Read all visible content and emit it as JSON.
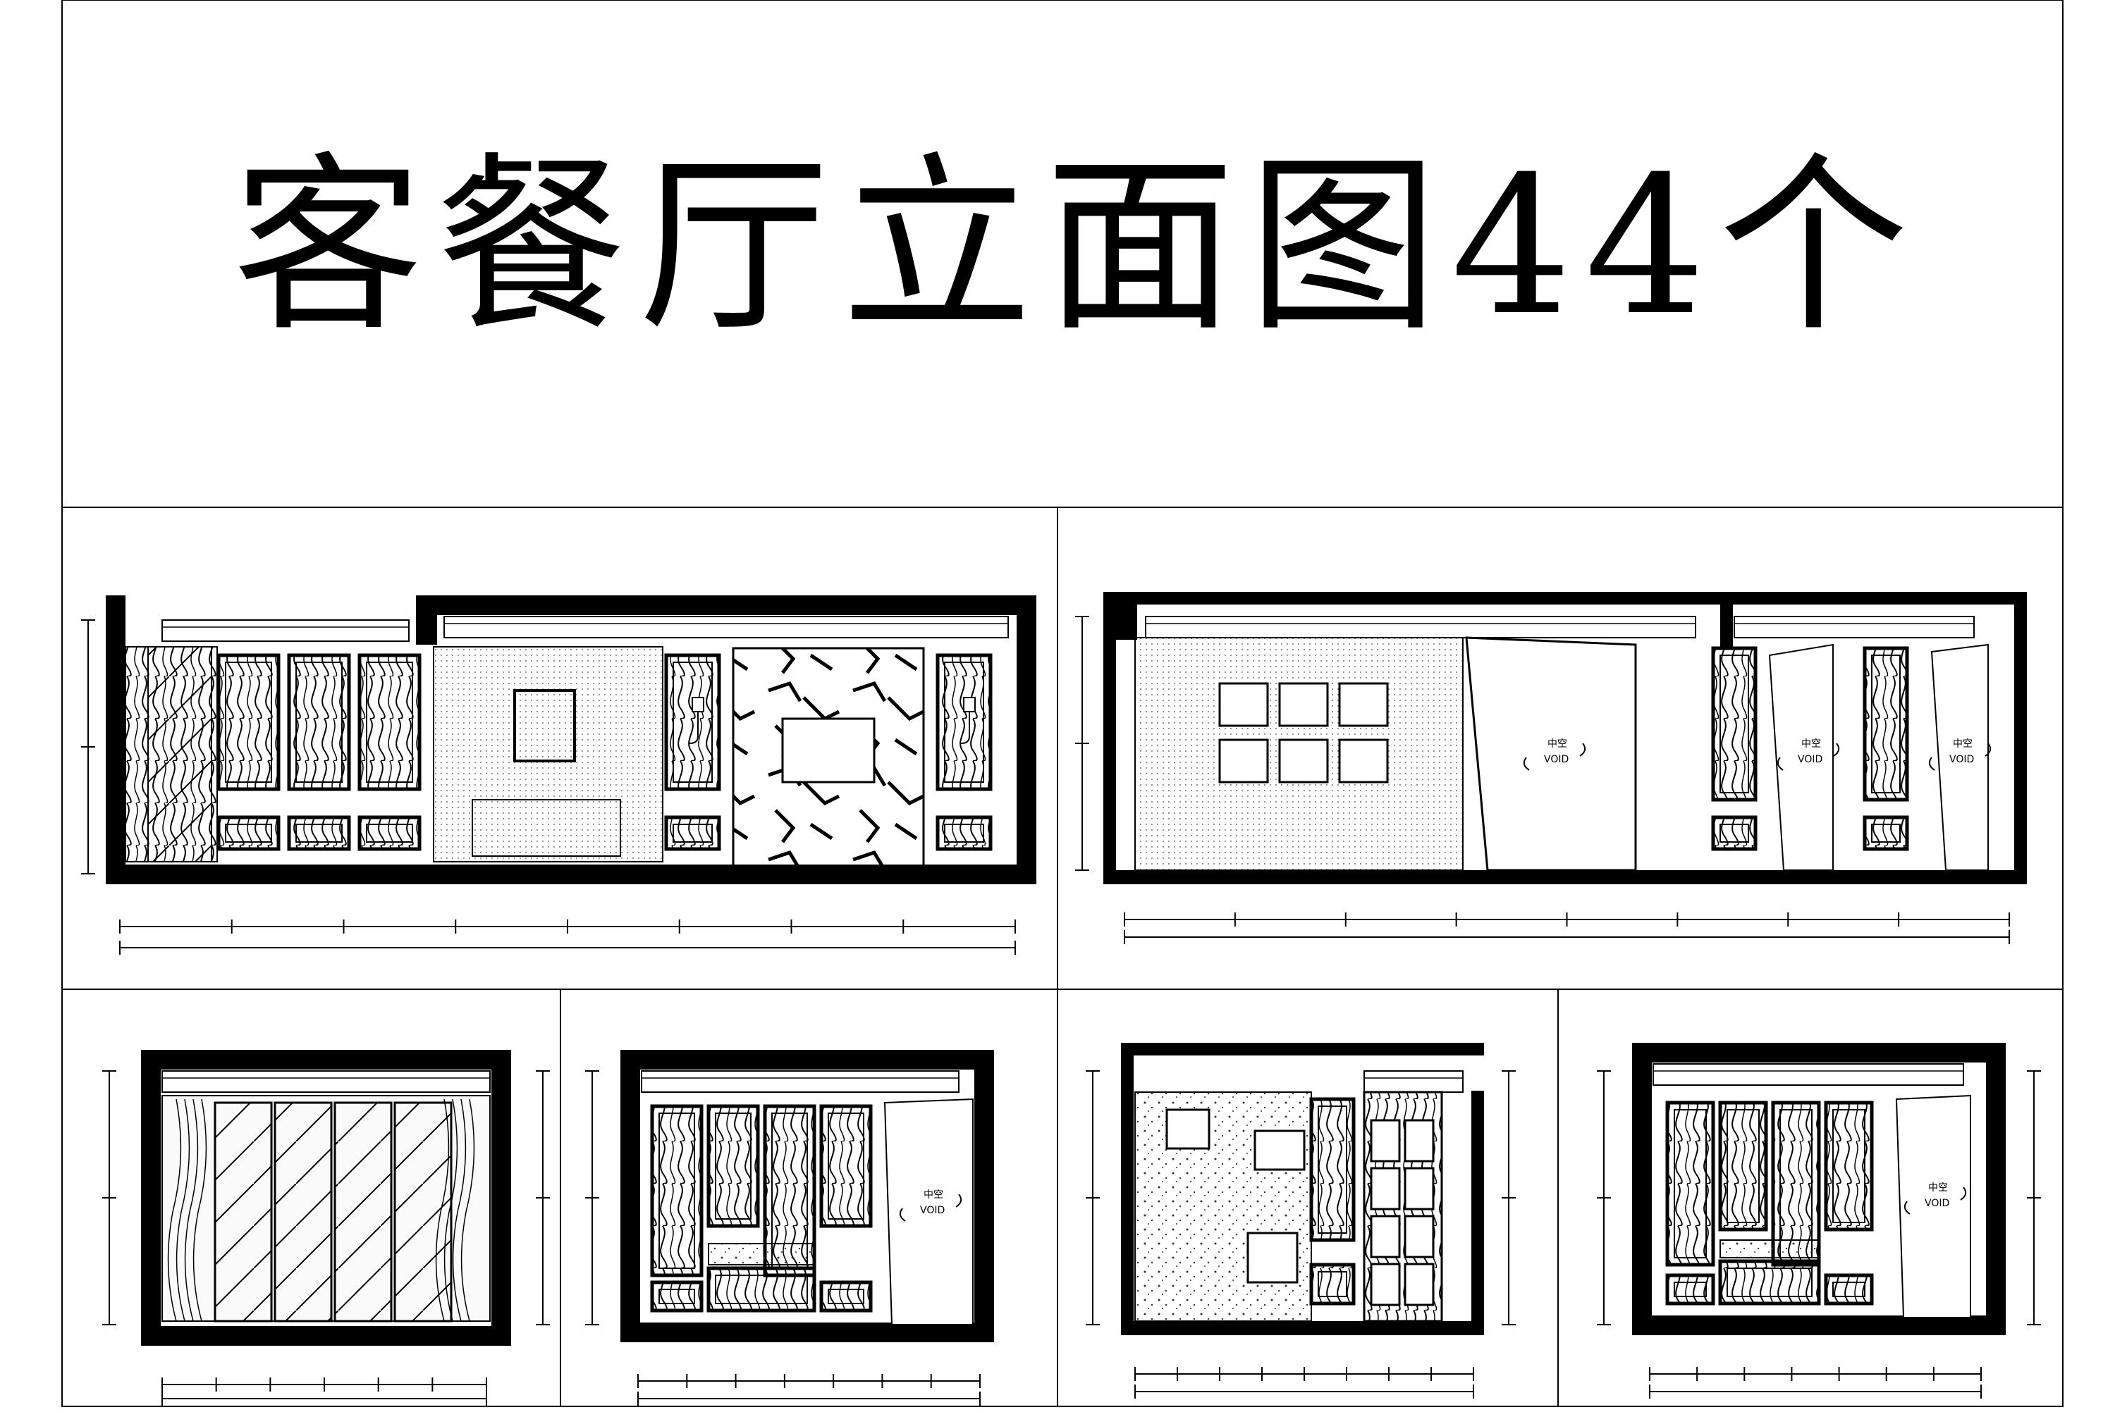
{
  "title": "客餐厅立面图44个",
  "void_label": {
    "cn": "中空",
    "en": "VOID"
  },
  "colors": {
    "line": "#000000",
    "background": "#ffffff",
    "panel_fill": "#f2f2f2"
  },
  "panels": [
    {
      "id": "elevation-1",
      "features": [
        "wardrobe-doors",
        "tv-wall",
        "marble-wall",
        "wall-lamps",
        "console-table"
      ]
    },
    {
      "id": "elevation-2",
      "features": [
        "picture-grid",
        "void-openings"
      ]
    },
    {
      "id": "elevation-3",
      "features": [
        "glass-doors",
        "curtains"
      ]
    },
    {
      "id": "elevation-4",
      "features": [
        "cabinet-doors",
        "void-opening"
      ]
    },
    {
      "id": "elevation-5",
      "features": [
        "stone-wall",
        "paneled-door"
      ]
    },
    {
      "id": "elevation-6",
      "features": [
        "cabinet-doors",
        "void-opening"
      ]
    }
  ]
}
